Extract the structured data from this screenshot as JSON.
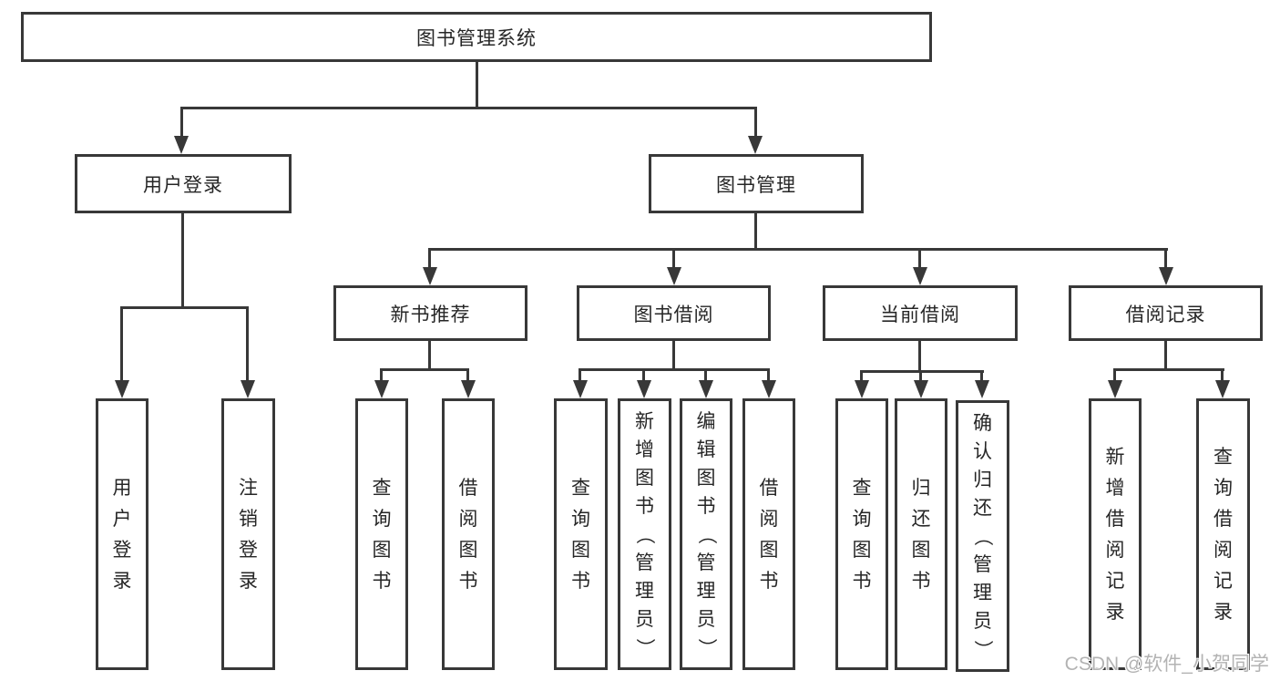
{
  "diagram": {
    "root": {
      "label": "图书管理系统"
    },
    "level2": [
      {
        "label": "用户登录"
      },
      {
        "label": "图书管理"
      }
    ],
    "level3": [
      {
        "label": "新书推荐"
      },
      {
        "label": "图书借阅"
      },
      {
        "label": "当前借阅"
      },
      {
        "label": "借阅记录"
      }
    ],
    "leaves": {
      "user": [
        "用户登录",
        "注销登录"
      ],
      "recommend": [
        "查询图书",
        "借阅图书"
      ],
      "borrow": [
        "查询图书",
        "新增图书（管理员）",
        "编辑图书（管理员）",
        "借阅图书"
      ],
      "current": [
        "查询图书",
        "归还图书",
        "确认归还（管理员）"
      ],
      "records": [
        "新增借阅记录",
        "查询借阅记录"
      ]
    }
  },
  "watermark": {
    "text": "CSDN @软件_小贺同学"
  },
  "colors": {
    "line": "#383838",
    "text": "#262626",
    "watermark": "#b3b3b3",
    "background": "#ffffff"
  }
}
